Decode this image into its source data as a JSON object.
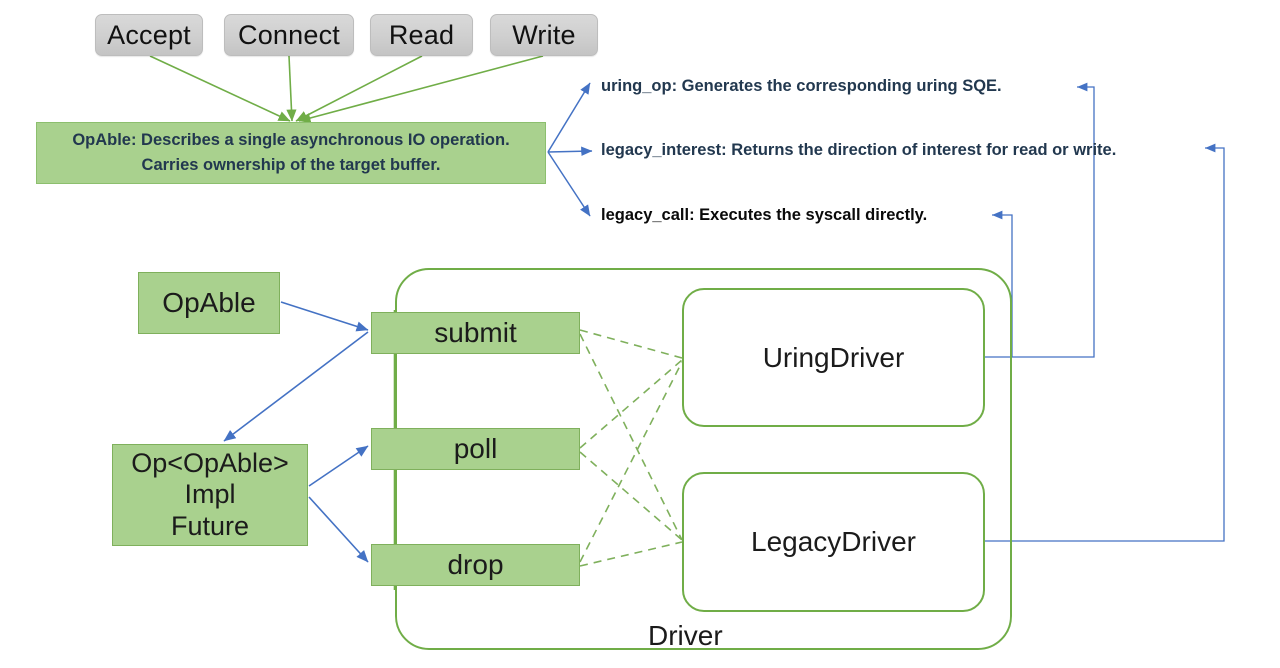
{
  "diagram": {
    "title": "OpAble / Driver architecture diagram",
    "colors": {
      "green_fill": "#a9d18e",
      "green_stroke": "#70ad47",
      "grey_fill": "#d0d0d0",
      "blue_arrow": "#4472c4",
      "navy_text": "#22384f",
      "black_text": "#0a0a0a"
    }
  },
  "operations": [
    {
      "label": "Accept"
    },
    {
      "label": "Connect"
    },
    {
      "label": "Read"
    },
    {
      "label": "Write"
    }
  ],
  "opable_description": {
    "line1": "OpAble: Describes a single asynchronous IO operation.",
    "line2": "Carries ownership of the target buffer."
  },
  "trait_methods": [
    {
      "key": "uring_op",
      "text": "uring_op: Generates the corresponding uring SQE."
    },
    {
      "key": "legacy_interest",
      "text": "legacy_interest: Returns the direction of interest for read or write."
    },
    {
      "key": "legacy_call",
      "text": "legacy_call: Executes the syscall directly."
    }
  ],
  "left_nodes": {
    "opable": "OpAble",
    "op_impl": {
      "line1": "Op<OpAble>",
      "line2": "Impl",
      "line3": "Future"
    }
  },
  "driver_methods": [
    {
      "label": "submit"
    },
    {
      "label": "poll"
    },
    {
      "label": "drop"
    }
  ],
  "drivers": {
    "container_label": "Driver",
    "items": [
      {
        "label": "UringDriver"
      },
      {
        "label": "LegacyDriver"
      }
    ]
  }
}
